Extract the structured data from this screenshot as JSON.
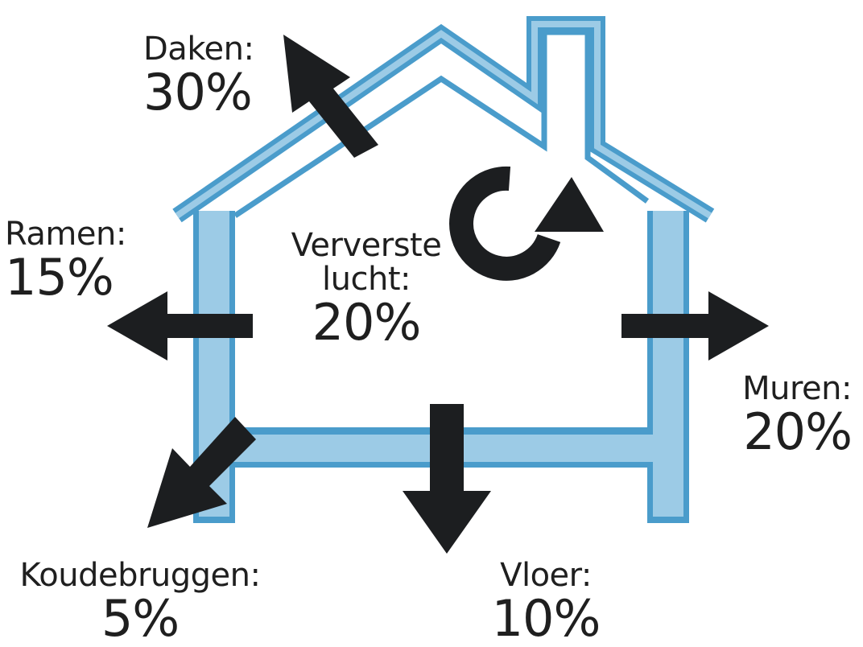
{
  "colors": {
    "wall_dark": "#4a9ccb",
    "wall_light": "#9ccbe6",
    "arrow": "#1c1e20",
    "text": "#1f1f1f"
  },
  "labels": {
    "daken": {
      "name": "Daken:",
      "value": "30%"
    },
    "ramen": {
      "name": "Ramen:",
      "value": "15%"
    },
    "ververste": {
      "name_line1": "Ververste",
      "name_line2": "lucht:",
      "value": "20%"
    },
    "muren": {
      "name": "Muren:",
      "value": "20%"
    },
    "koudebruggen": {
      "name": "Koudebruggen:",
      "value": "5%"
    },
    "vloer": {
      "name": "Vloer:",
      "value": "10%"
    }
  },
  "icons": {
    "roof": "arrow-up-left-icon",
    "windows": "arrow-left-icon",
    "walls": "arrow-right-icon",
    "thermal_bridges": "arrow-down-left-icon",
    "floor": "arrow-down-icon",
    "ventilation": "circular-arrow-icon"
  }
}
